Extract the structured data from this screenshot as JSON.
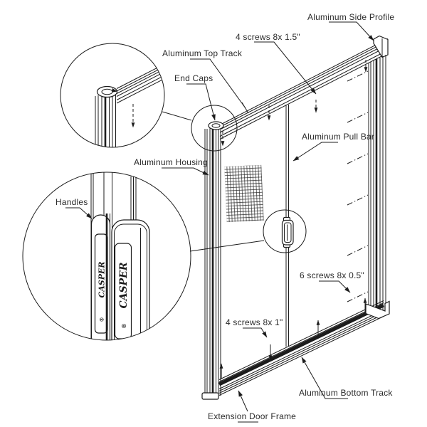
{
  "diagram": {
    "brand": "CASPER",
    "brand_mark": "®",
    "labels": {
      "side_profile": "Aluminum Side Profile",
      "screws_top": "4 screws 8x 1.5\"",
      "top_track": "Aluminum Top Track",
      "end_caps": "End Caps",
      "pull_bar": "Aluminum Pull Bar",
      "housing": "Aluminum Housing",
      "handles": "Handles",
      "screws_side": "6 screws 8x 0.5\"",
      "screws_bottom": "4 screws 8x 1\"",
      "bottom_track": "Aluminum Bottom Track",
      "extension_frame": "Extension Door Frame"
    },
    "colors": {
      "line": "#1c1c1c",
      "text": "#2b2b2b",
      "background": "#ffffff"
    }
  }
}
